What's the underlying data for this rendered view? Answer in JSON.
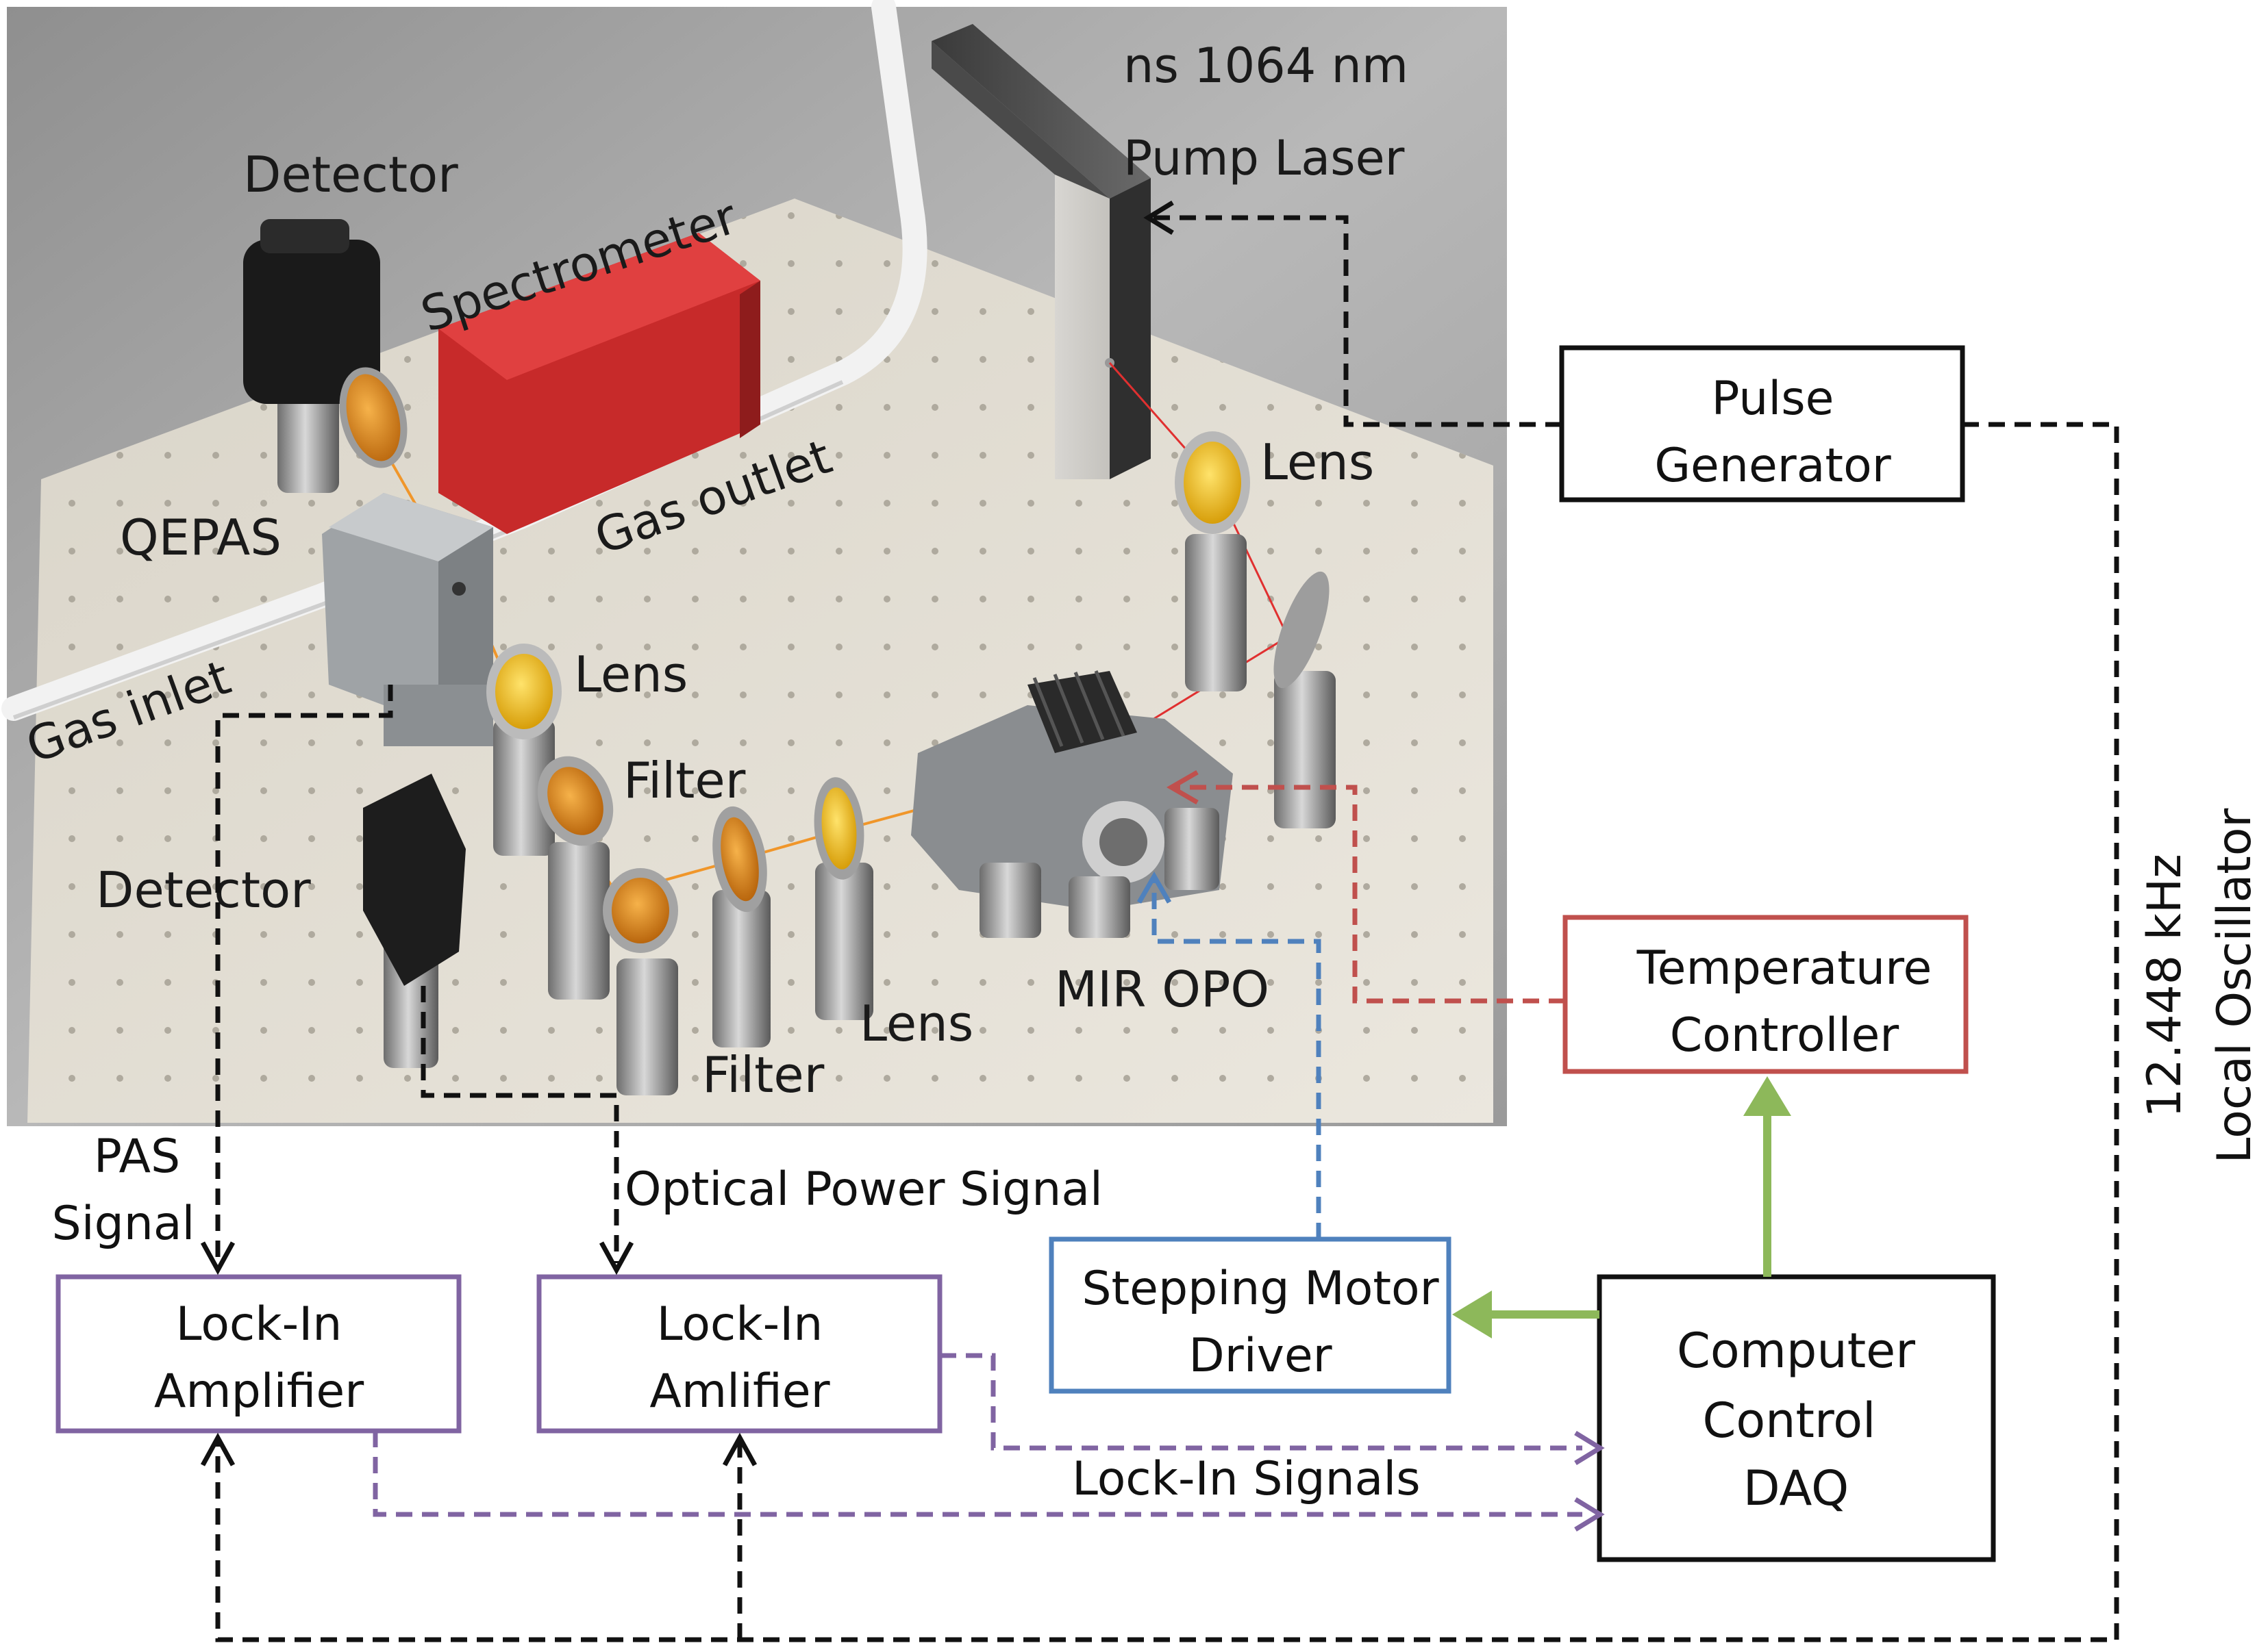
{
  "photo": {
    "labels": {
      "laser_line1": "ns 1064 nm",
      "laser_line2": "Pump Laser",
      "detector_top": "Detector",
      "spectrometer": "Spectrometer",
      "qepas": "QEPAS",
      "gas_outlet": "Gas outlet",
      "gas_inlet": "Gas inlet",
      "lens_qepas": "Lens",
      "lens_right": "Lens",
      "lens_bottom": "Lens",
      "filter_top": "Filter",
      "filter_bottom": "Filter",
      "detector_bottom": "Detector",
      "mir_opo": "MIR OPO"
    }
  },
  "blocks": {
    "pulse_generator": {
      "line1": "Pulse",
      "line2": "Generator"
    },
    "temperature_controller": {
      "line1": "Temperature",
      "line2": "Controller"
    },
    "stepping_motor_driver": {
      "line1": "Stepping Motor",
      "line2": "Driver"
    },
    "computer_control": {
      "line1": "Computer",
      "line2": "Control",
      "line3": "DAQ"
    },
    "lockin_1": {
      "line1": "Lock-In",
      "line2": "Amplifier"
    },
    "lockin_2": {
      "line1": "Lock-In",
      "line2": "Amlifier"
    }
  },
  "signals": {
    "pas_line1": "PAS",
    "pas_line2": "Signal",
    "optical_power": "Optical Power Signal",
    "lockin_signals": "Lock-In Signals",
    "oscillator_line1": "12.448 kHz",
    "oscillator_line2": "Local Oscillator"
  },
  "colors": {
    "black_path": "#111111",
    "red_path": "#c0504d",
    "blue_path": "#4f81bd",
    "green_path": "#8db85a",
    "purple_path": "#8064a2",
    "laser_beam": "#e03030",
    "mir_beam": "#f0962a"
  }
}
